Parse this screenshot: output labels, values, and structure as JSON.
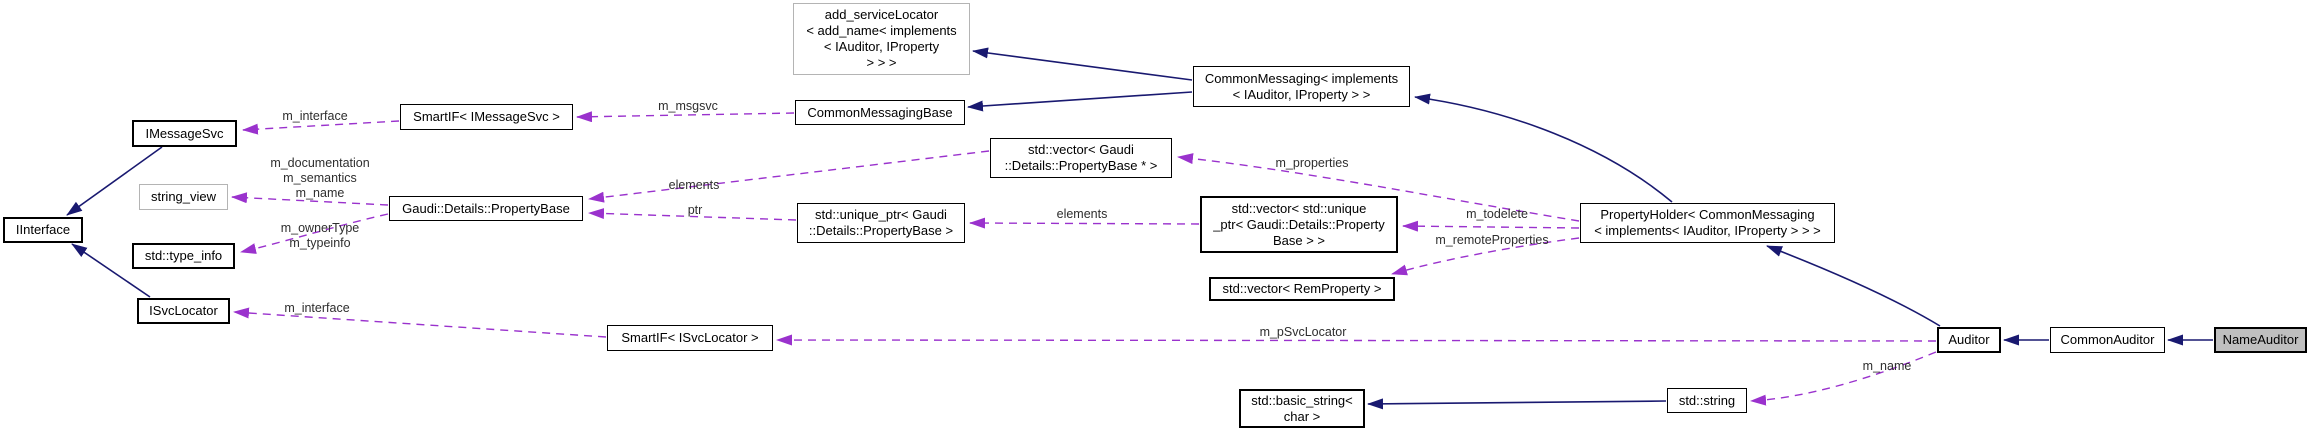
{
  "diagram": {
    "title": "Collaboration graph for NameAuditor",
    "colors": {
      "background": "#ffffff",
      "inheritance_edge": "#191970",
      "usage_edge": "#9a32cd",
      "node_border": "#000000",
      "external_node_border": "#b4b4b4",
      "current_node_fill": "#bfbfbf",
      "edge_label": "#2e2e2e"
    },
    "nodes": {
      "iinterface": {
        "label": "IInterface"
      },
      "imessagesvc": {
        "label": "IMessageSvc"
      },
      "string_view": {
        "label": "string_view"
      },
      "type_info": {
        "label": "std::type_info"
      },
      "isvclocator": {
        "label": "ISvcLocator"
      },
      "smartif_imessagesvc": {
        "label": "SmartIF< IMessageSvc >"
      },
      "propertybase": {
        "label": "Gaudi::Details::PropertyBase"
      },
      "smartif_isvclocator": {
        "label": "SmartIF< ISvcLocator >"
      },
      "add_servicelocator": {
        "label": "add_serviceLocator\n< add_name< implements\n< IAuditor, IProperty\n> > >"
      },
      "commonmessagingbase": {
        "label": "CommonMessagingBase"
      },
      "unique_ptr_propertybase": {
        "label": "std::unique_ptr< Gaudi\n::Details::PropertyBase >"
      },
      "vector_propertybase_ptr": {
        "label": "std::vector< Gaudi\n::Details::PropertyBase * >"
      },
      "commonmessaging": {
        "label": "CommonMessaging< implements\n< IAuditor, IProperty > >"
      },
      "vector_unique_ptr": {
        "label": "std::vector< std::unique\n_ptr< Gaudi::Details::Property\nBase > >"
      },
      "vector_remproperty": {
        "label": "std::vector< RemProperty >"
      },
      "propertyholder": {
        "label": "PropertyHolder< CommonMessaging\n< implements< IAuditor, IProperty > > >"
      },
      "auditor": {
        "label": "Auditor"
      },
      "commonauditor": {
        "label": "CommonAuditor"
      },
      "nameauditor": {
        "label": "NameAuditor"
      },
      "basic_string": {
        "label": "std::basic_string<\nchar >"
      },
      "std_string": {
        "label": "std::string"
      }
    },
    "edges": [
      {
        "from": "smartif_imessagesvc",
        "to": "imessagesvc",
        "type": "usage",
        "label": "m_interface"
      },
      {
        "from": "commonmessagingbase",
        "to": "smartif_imessagesvc",
        "type": "usage",
        "label": "m_msgsvc"
      },
      {
        "from": "propertybase",
        "to": "string_view",
        "type": "usage",
        "label": "m_documentation\nm_semantics\nm_name"
      },
      {
        "from": "propertybase",
        "to": "type_info",
        "type": "usage",
        "label": "m_ownerType\nm_typeinfo"
      },
      {
        "from": "vector_propertybase_ptr",
        "to": "propertybase",
        "type": "usage",
        "label": "elements"
      },
      {
        "from": "unique_ptr_propertybase",
        "to": "propertybase",
        "type": "usage",
        "label": "ptr"
      },
      {
        "from": "vector_unique_ptr",
        "to": "unique_ptr_propertybase",
        "type": "usage",
        "label": "elements"
      },
      {
        "from": "propertyholder",
        "to": "vector_propertybase_ptr",
        "type": "usage",
        "label": "m_properties"
      },
      {
        "from": "propertyholder",
        "to": "vector_unique_ptr",
        "type": "usage",
        "label": "m_todelete"
      },
      {
        "from": "propertyholder",
        "to": "vector_remproperty",
        "type": "usage",
        "label": "m_remoteProperties"
      },
      {
        "from": "smartif_isvclocator",
        "to": "isvclocator",
        "type": "usage",
        "label": "m_interface"
      },
      {
        "from": "auditor",
        "to": "smartif_isvclocator",
        "type": "usage",
        "label": "m_pSvcLocator"
      },
      {
        "from": "auditor",
        "to": "std_string",
        "type": "usage",
        "label": "m_name"
      },
      {
        "from": "imessagesvc",
        "to": "iinterface",
        "type": "inheritance",
        "label": ""
      },
      {
        "from": "isvclocator",
        "to": "iinterface",
        "type": "inheritance",
        "label": ""
      },
      {
        "from": "commonmessaging",
        "to": "add_servicelocator",
        "type": "inheritance",
        "label": ""
      },
      {
        "from": "commonmessaging",
        "to": "commonmessagingbase",
        "type": "inheritance",
        "label": ""
      },
      {
        "from": "propertyholder",
        "to": "commonmessaging",
        "type": "inheritance",
        "label": ""
      },
      {
        "from": "auditor",
        "to": "propertyholder",
        "type": "inheritance",
        "label": ""
      },
      {
        "from": "commonauditor",
        "to": "auditor",
        "type": "inheritance",
        "label": ""
      },
      {
        "from": "nameauditor",
        "to": "commonauditor",
        "type": "inheritance",
        "label": ""
      },
      {
        "from": "std_string",
        "to": "basic_string",
        "type": "inheritance",
        "label": ""
      }
    ]
  }
}
